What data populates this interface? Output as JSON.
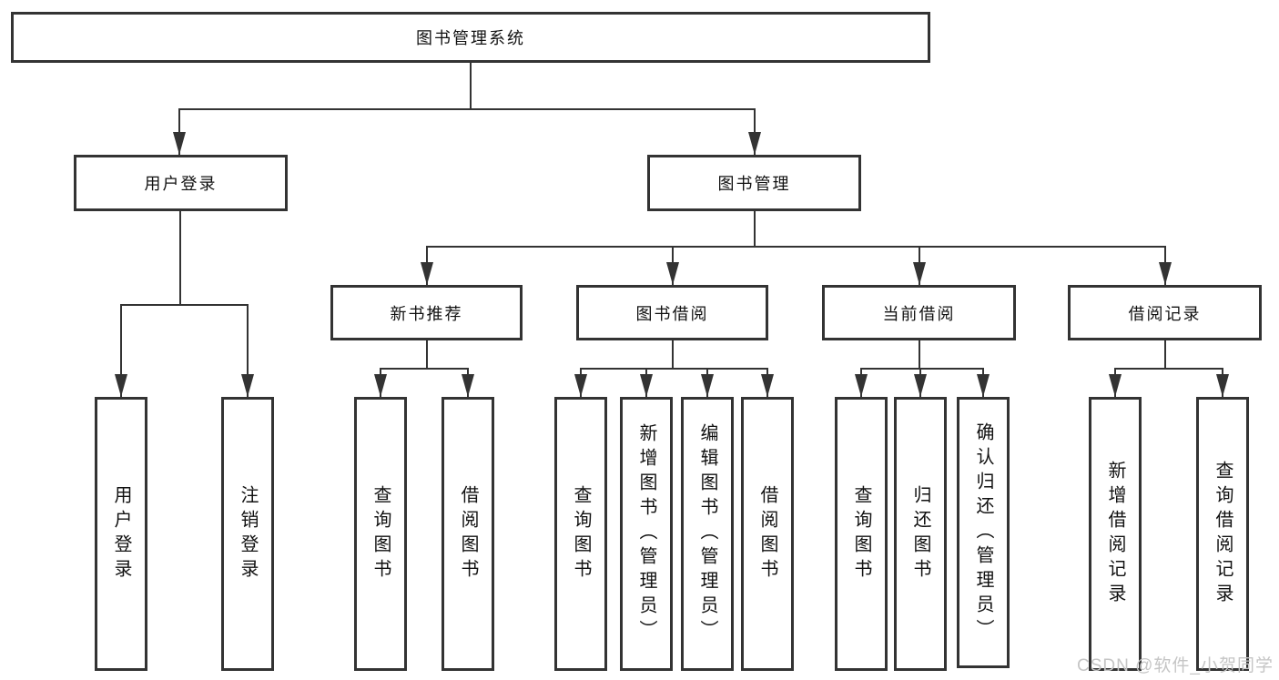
{
  "nodes": {
    "root": "图书管理系统",
    "user_login": "用户登录",
    "book_management": "图书管理",
    "new_book_recommendation": "新书推荐",
    "book_borrowing": "图书借阅",
    "current_borrowing": "当前借阅",
    "borrowing_records": "借阅记录",
    "leaf_user_login": "用户登录",
    "leaf_logout": "注销登录",
    "nb_query_books": "查询图书",
    "nb_borrow_books": "借阅图书",
    "bb_query_books": "查询图书",
    "bb_add_books_admin": "新增图书（管理员）",
    "bb_edit_books_admin": "编辑图书（管理员）",
    "bb_borrow_books": "借阅图书",
    "cb_query_books": "查询图书",
    "cb_return_books": "归还图书",
    "cb_confirm_return_admin": "确认归还（管理员）",
    "br_add_borrow_record": "新增借阅记录",
    "br_query_borrow_record": "查询借阅记录"
  },
  "hierarchy": {
    "图书管理系统": [
      "用户登录",
      "图书管理"
    ],
    "用户登录": [
      "用户登录",
      "注销登录"
    ],
    "图书管理": [
      "新书推荐",
      "图书借阅",
      "当前借阅",
      "借阅记录"
    ],
    "新书推荐": [
      "查询图书",
      "借阅图书"
    ],
    "图书借阅": [
      "查询图书",
      "新增图书（管理员）",
      "编辑图书（管理员）",
      "借阅图书"
    ],
    "当前借阅": [
      "查询图书",
      "归还图书",
      "确认归还（管理员）"
    ],
    "借阅记录": [
      "新增借阅记录",
      "查询借阅记录"
    ]
  },
  "watermark": "CSDN @软件_小贺同学",
  "colors": {
    "line": "#333333",
    "box_background": "#ffffff",
    "text": "#111111",
    "watermark": "#c5c5c5",
    "page_background": "#ffffff"
  }
}
